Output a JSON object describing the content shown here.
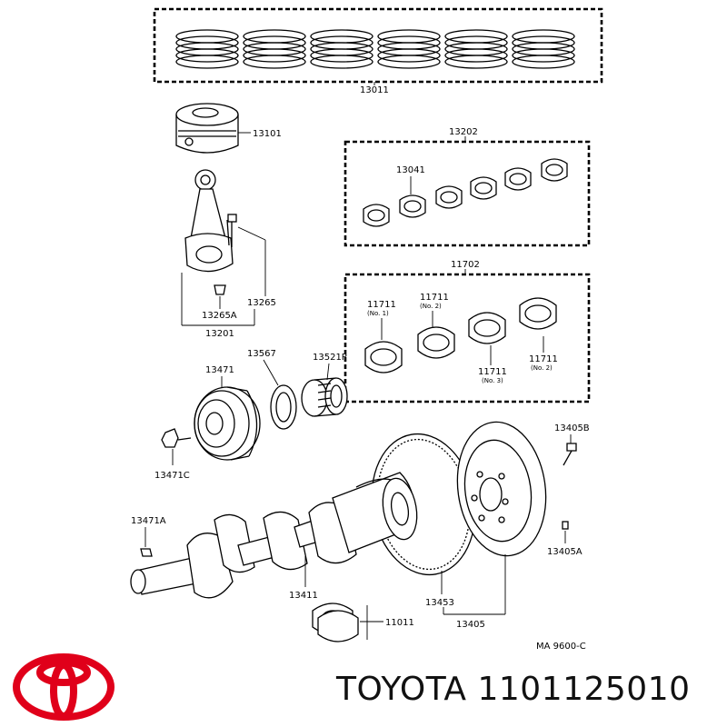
{
  "labels": {
    "piston_ring_set": "13011",
    "piston": "13101",
    "rod_bearing_set": "13202",
    "rod_bearing": "13041",
    "main_bearing_set": "11702",
    "main_bearing_1": "11711",
    "main_bearing_1_note": "(No. 1)",
    "main_bearing_2": "11711",
    "main_bearing_2_note": "(No. 2)",
    "main_bearing_3": "11711",
    "main_bearing_3_note": "(No. 3)",
    "main_bearing_4": "11711",
    "main_bearing_4_note": "(No. 2)",
    "rod_bolt": "13265",
    "rod_nut": "13265A",
    "connecting_rod": "13201",
    "pulley": "13471",
    "seal": "13567",
    "pilot_bearing": "13521P",
    "pulley_bolt": "13471C",
    "key": "13471A",
    "flywheel_bolt": "13405B",
    "dowel_pin": "13405A",
    "crankshaft": "13411",
    "thrust_washer": "11011",
    "ring_gear": "13453",
    "flywheel": "13405",
    "drawing_code": "MA  9600-C"
  },
  "brand": {
    "text": "TOYOTA 1101125010",
    "logo_color": "#e0001a"
  }
}
